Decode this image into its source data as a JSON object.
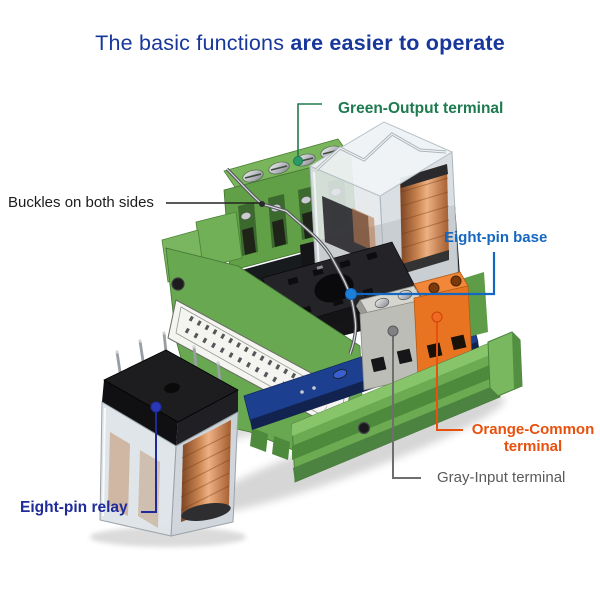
{
  "title": {
    "text_regular": "The basic functions ",
    "text_bold": "are easier to operate",
    "color": "#17379a"
  },
  "labels": {
    "green_output": {
      "text": "Green-Output terminal",
      "color": "#1e7b4f"
    },
    "buckles": {
      "text": "Buckles on both sides",
      "color": "#1c1c1c"
    },
    "eight_pin_base": {
      "text": "Eight-pin base",
      "color": "#1467c0"
    },
    "orange_common": {
      "line1": "Orange-Common",
      "line2": "terminal",
      "color": "#e8500e"
    },
    "gray_input": {
      "text": "Gray-Input terminal",
      "color": "#5a5a5c"
    },
    "eight_pin_relay": {
      "text": "Eight-pin relay",
      "color": "#1f2b9b"
    }
  },
  "illustration": {
    "subject": "relay module on DIN rail with plug-in eight-pin relay",
    "parts": [
      "green-output-terminal-blocks",
      "transparent-relay-with-copper-coil",
      "buckle-retainer-clip",
      "eight-pin-socket-base",
      "gray-input-terminal-block",
      "orange-common-terminal-block",
      "din-rail",
      "separate-eight-pin-relay"
    ],
    "colors": {
      "housing_green": "#68a850",
      "terminal_gray": "#bdbdb7",
      "terminal_orange": "#e87422",
      "coil_copper": "#c8824e",
      "pcb_blue": "#1d3f8f"
    }
  }
}
